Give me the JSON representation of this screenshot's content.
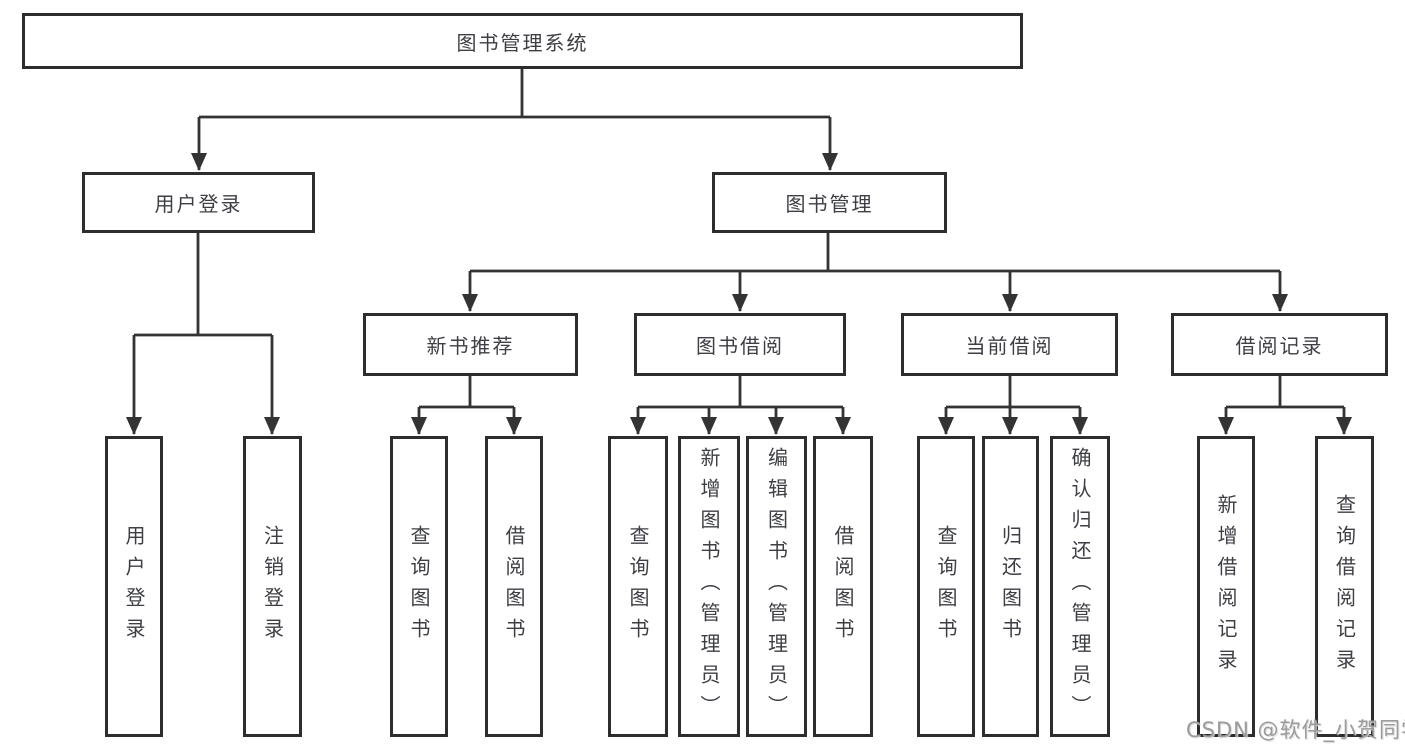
{
  "diagram": {
    "root": {
      "label": "图书管理系统",
      "children": [
        {
          "label": "用户登录",
          "children": [
            {
              "label": "用户登录"
            },
            {
              "label": "注销登录"
            }
          ]
        },
        {
          "label": "图书管理",
          "children": [
            {
              "label": "新书推荐",
              "children": [
                {
                  "label": "查询图书"
                },
                {
                  "label": "借阅图书"
                }
              ]
            },
            {
              "label": "图书借阅",
              "children": [
                {
                  "label": "查询图书"
                },
                {
                  "label": "新增图书（管理员）"
                },
                {
                  "label": "编辑图书（管理员）"
                },
                {
                  "label": "借阅图书"
                }
              ]
            },
            {
              "label": "当前借阅",
              "children": [
                {
                  "label": "查询图书"
                },
                {
                  "label": "归还图书"
                },
                {
                  "label": "确认归还（管理员）"
                }
              ]
            },
            {
              "label": "借阅记录",
              "children": [
                {
                  "label": "新增借阅记录"
                },
                {
                  "label": "查询借阅记录"
                }
              ]
            }
          ]
        }
      ]
    }
  },
  "watermark": {
    "text": "CSDN @软件_小贺同学"
  },
  "colors": {
    "line": "#333333",
    "box_border": "#2d2d2d",
    "box_background": "#ffffff",
    "text": "#3d3f44",
    "watermark": "#9b9b9b",
    "page_background": "#ffffff"
  }
}
